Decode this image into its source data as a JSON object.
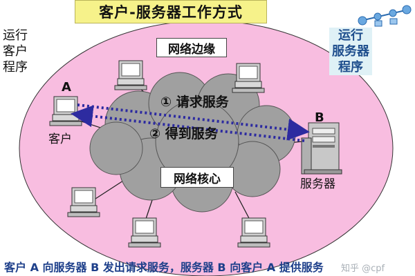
{
  "title": "客户-服务器工作方式",
  "left_label": [
    "运行",
    "客户",
    "程序"
  ],
  "right_label": [
    "运行",
    "服务器",
    "程序"
  ],
  "edge_box": "网络边缘",
  "core_box": "网络核心",
  "label_a": "A",
  "label_client": "客户",
  "label_b": "B",
  "label_server": "服务器",
  "arrow_request": "① 请求服务",
  "arrow_response": "② 得到服务",
  "caption": "客户 A 向服务器 B 发出请求服务，服务器 B 向客户 A 提供服务",
  "watermark": "知乎 @cpf",
  "colors": {
    "ellipse": "#f8bde0",
    "cloud": "#a0a0a0",
    "arrow": "#2d2ba0",
    "title_bg": "#f6f28a",
    "caption_text": "#1d3f8a"
  },
  "icons": [
    "computer-icon",
    "server-icon",
    "network-logo-icon"
  ]
}
